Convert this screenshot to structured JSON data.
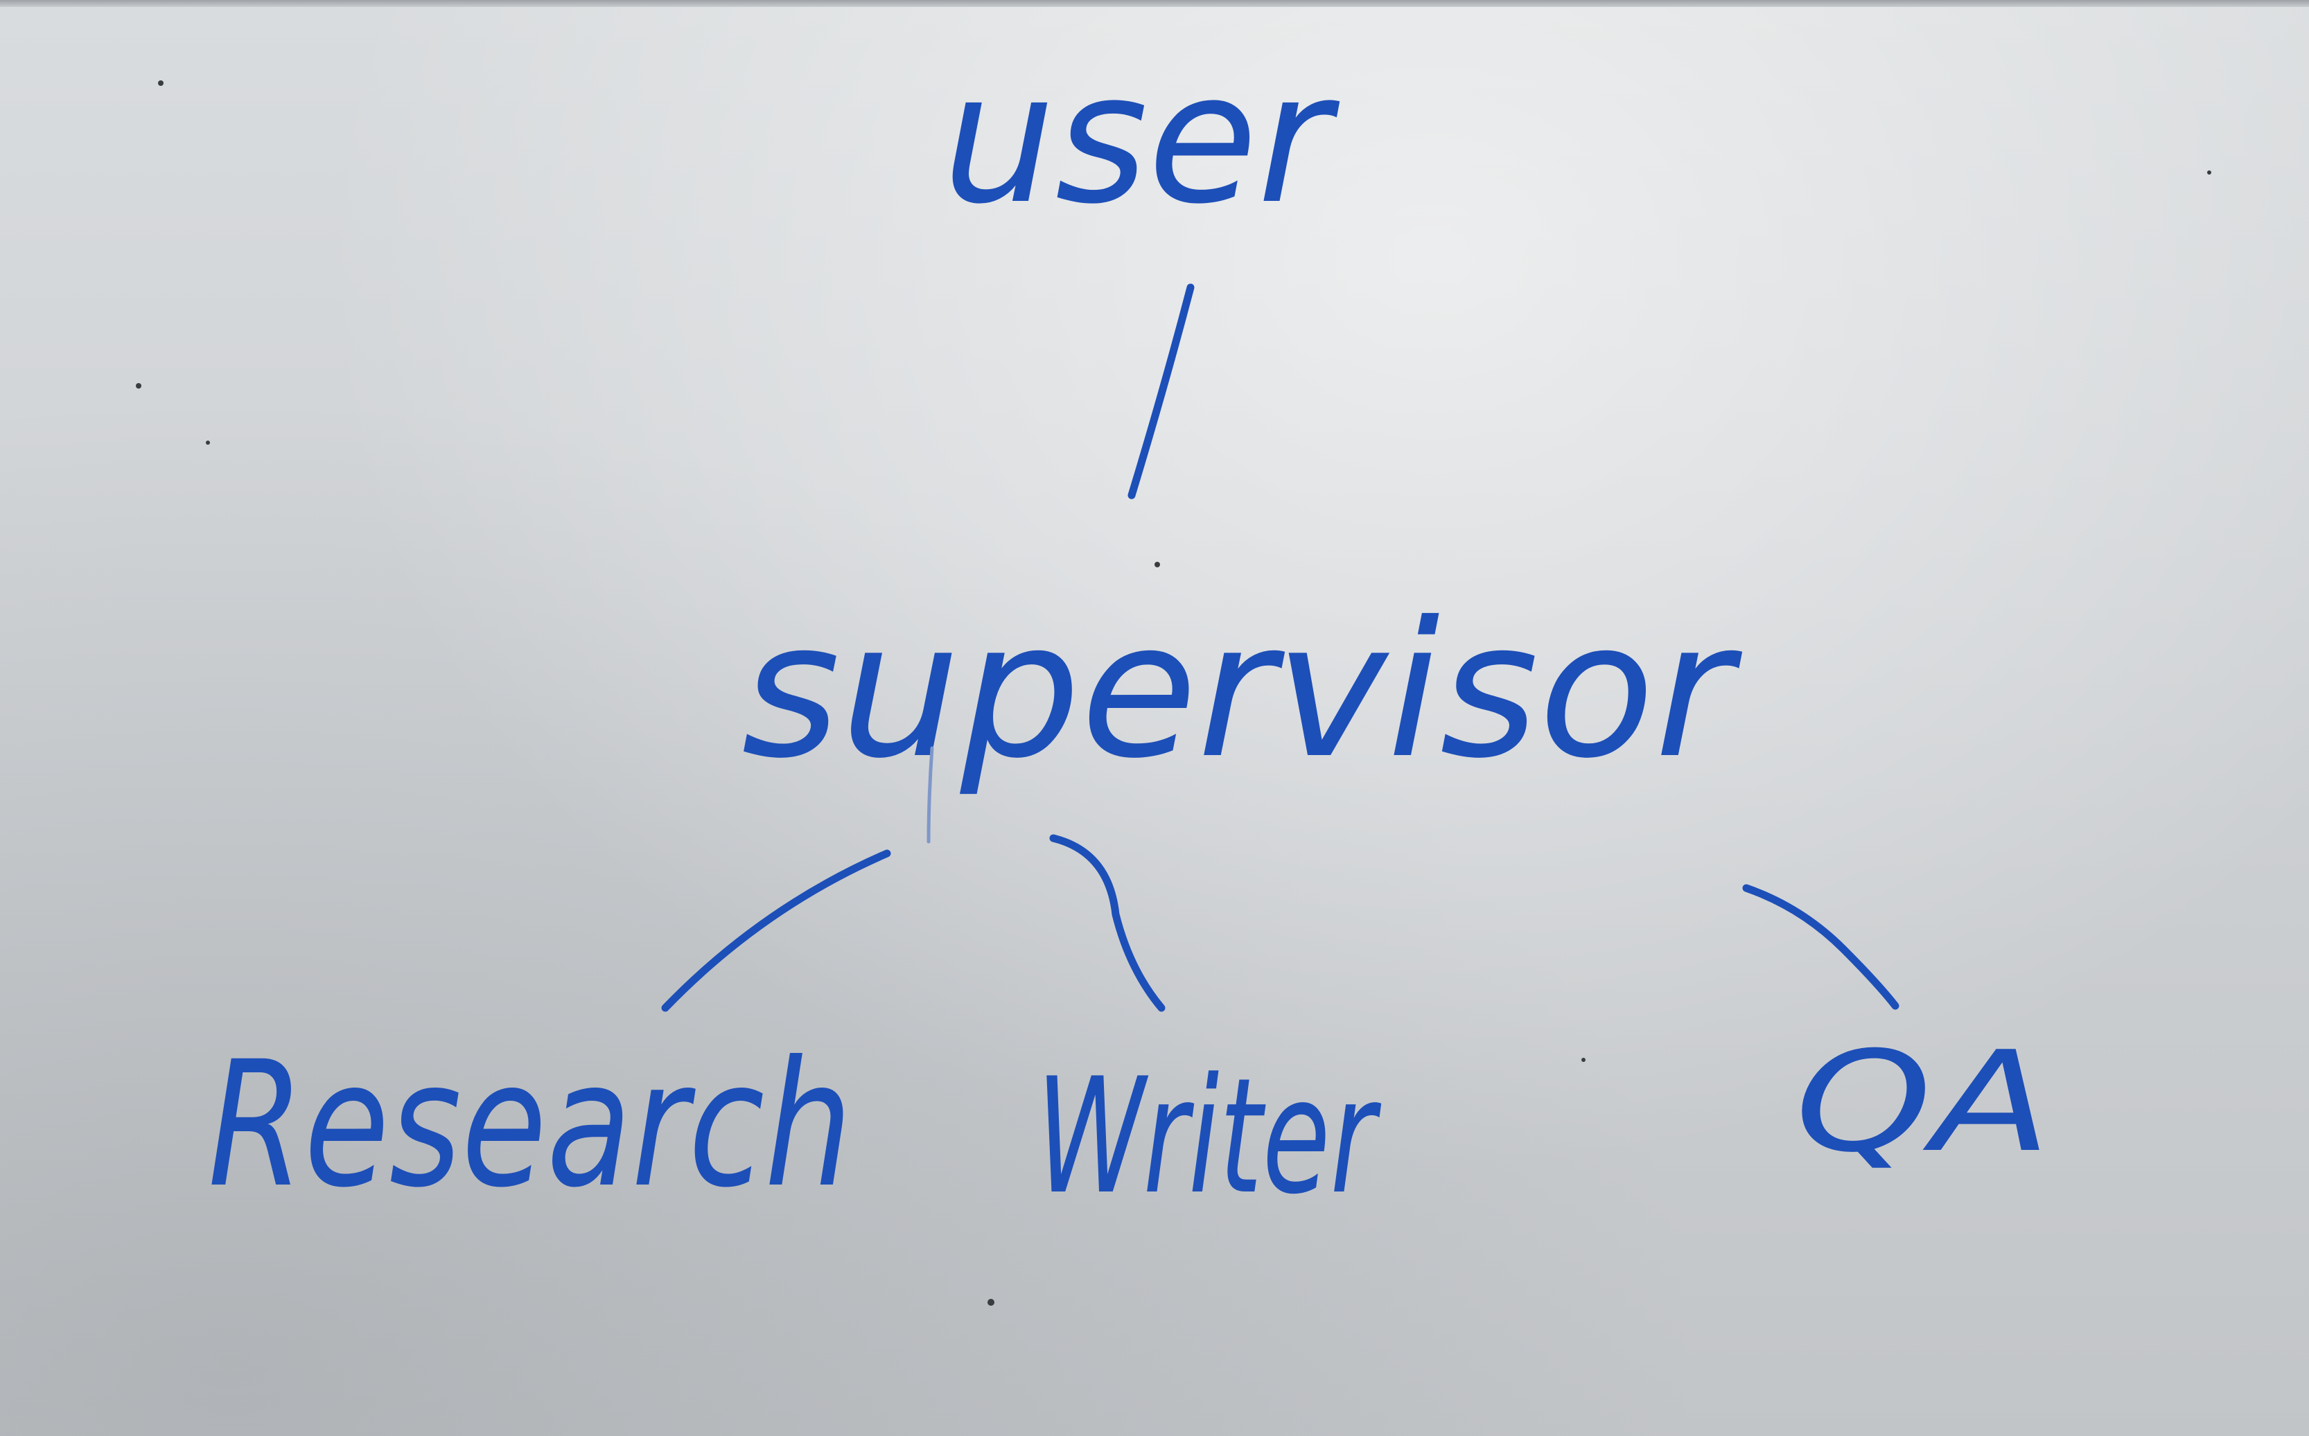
{
  "diagram": {
    "nodes": {
      "top": "user",
      "middle": "supervisor",
      "left": "Research",
      "center": "Writer",
      "right": "QA"
    },
    "edges": [
      {
        "from": "user",
        "to": "supervisor"
      },
      {
        "from": "supervisor",
        "to": "Research"
      },
      {
        "from": "supervisor",
        "to": "Writer"
      },
      {
        "from": "supervisor",
        "to": "QA"
      }
    ]
  },
  "colors": {
    "marker_ink": "#1d4fb8",
    "board": "#d2d5d8"
  }
}
